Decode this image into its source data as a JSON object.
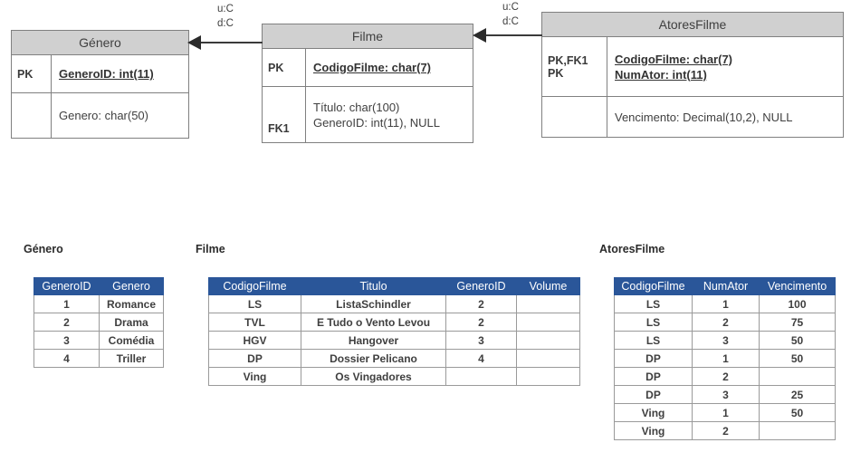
{
  "diagram": {
    "entities": [
      {
        "name": "Género",
        "rows": [
          {
            "keys": [
              "PK"
            ],
            "attrs": [
              {
                "text": "GeneroID: int(11)",
                "pk": true
              }
            ]
          },
          {
            "keys": [],
            "attrs": [
              {
                "text": "Genero: char(50)",
                "pk": false
              }
            ]
          }
        ]
      },
      {
        "name": "Filme",
        "rows": [
          {
            "keys": [
              "PK"
            ],
            "attrs": [
              {
                "text": "CodigoFilme: char(7)",
                "pk": true
              }
            ]
          },
          {
            "keys": [
              "FK1"
            ],
            "attrs": [
              {
                "text": "Título: char(100)",
                "pk": false
              },
              {
                "text": "GeneroID: int(11), NULL",
                "pk": false
              }
            ]
          }
        ]
      },
      {
        "name": "AtoresFilme",
        "rows": [
          {
            "keys": [
              "PK,FK1",
              "PK"
            ],
            "attrs": [
              {
                "text": "CodigoFilme: char(7)",
                "pk": true
              },
              {
                "text": "NumAtor: int(11)",
                "pk": true
              }
            ]
          },
          {
            "keys": [],
            "attrs": [
              {
                "text": "Vencimento: Decimal(10,2), NULL",
                "pk": false
              }
            ]
          }
        ]
      }
    ],
    "relationships": [
      {
        "from": "Filme",
        "to": "Género",
        "update_rule": "u:C",
        "delete_rule": "d:C"
      },
      {
        "from": "AtoresFilme",
        "to": "Filme",
        "update_rule": "u:C",
        "delete_rule": "d:C"
      }
    ]
  },
  "tables": [
    {
      "caption": "Género",
      "columns": [
        "GeneroID",
        "Genero"
      ],
      "rows": [
        [
          "1",
          "Romance"
        ],
        [
          "2",
          "Drama"
        ],
        [
          "3",
          "Comédia"
        ],
        [
          "4",
          "Triller"
        ]
      ]
    },
    {
      "caption": "Filme",
      "columns": [
        "CodigoFilme",
        "Titulo",
        "GeneroID",
        "Volume"
      ],
      "rows": [
        [
          "LS",
          "ListaSchindler",
          "2",
          ""
        ],
        [
          "TVL",
          "E Tudo o Vento Levou",
          "2",
          ""
        ],
        [
          "HGV",
          "Hangover",
          "3",
          ""
        ],
        [
          "DP",
          "Dossier Pelicano",
          "4",
          ""
        ],
        [
          "Ving",
          "Os Vingadores",
          "",
          ""
        ]
      ]
    },
    {
      "caption": "AtoresFilme",
      "columns": [
        "CodigoFilme",
        "NumAtor",
        "Vencimento"
      ],
      "rows": [
        [
          "LS",
          "1",
          "100"
        ],
        [
          "LS",
          "2",
          "75"
        ],
        [
          "LS",
          "3",
          "50"
        ],
        [
          "DP",
          "1",
          "50"
        ],
        [
          "DP",
          "2",
          ""
        ],
        [
          "DP",
          "3",
          "25"
        ],
        [
          "Ving",
          "1",
          "50"
        ],
        [
          "Ving",
          "2",
          ""
        ]
      ]
    }
  ],
  "colors": {
    "entity_header": "#d0d0d0",
    "table_header": "#2a5699",
    "border": "#808080",
    "connector": "#2b2b2b"
  }
}
